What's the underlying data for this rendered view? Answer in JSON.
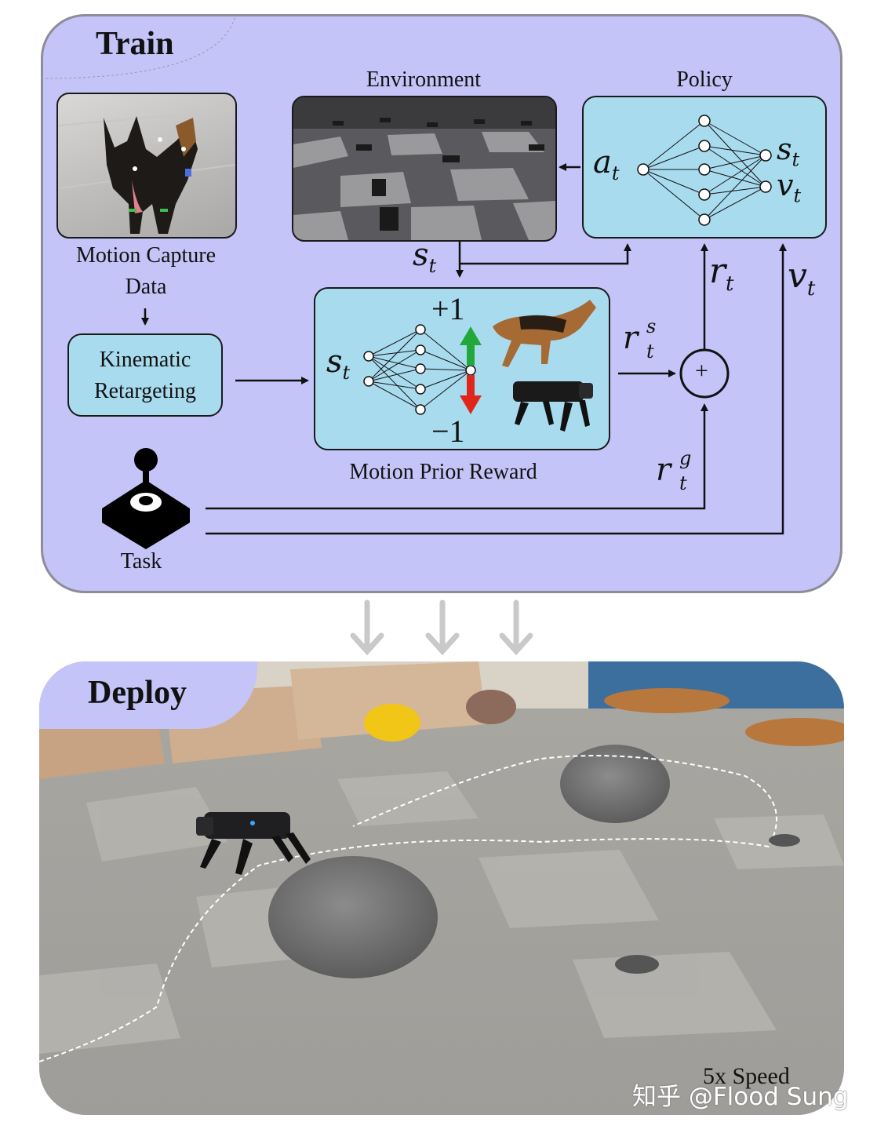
{
  "train": {
    "title": "Train",
    "environment_label": "Environment",
    "policy_label": "Policy",
    "mocap_label_line1": "Motion Capture",
    "mocap_label_line2": "Data",
    "retarget_line1": "Kinematic",
    "retarget_line2": "Retargeting",
    "motion_prior_label": "Motion Prior Reward",
    "task_label": "Task",
    "plus_one": "+1",
    "minus_one": "−1",
    "sum_symbol": "+"
  },
  "symbols": {
    "a": "a",
    "s": "s",
    "v": "v",
    "r": "r",
    "sub_t": "t",
    "sup_s": "s",
    "sup_g": "g"
  },
  "deploy": {
    "title": "Deploy",
    "speed": "5x Speed"
  },
  "watermark": "知乎 @Flood Sung",
  "colors": {
    "train_bg": "#c4c4f8",
    "box_bg": "#a9dbef",
    "arrow_up": "#22a83a",
    "arrow_down": "#e0261b",
    "transition_arrows": "#c9c9c9"
  }
}
